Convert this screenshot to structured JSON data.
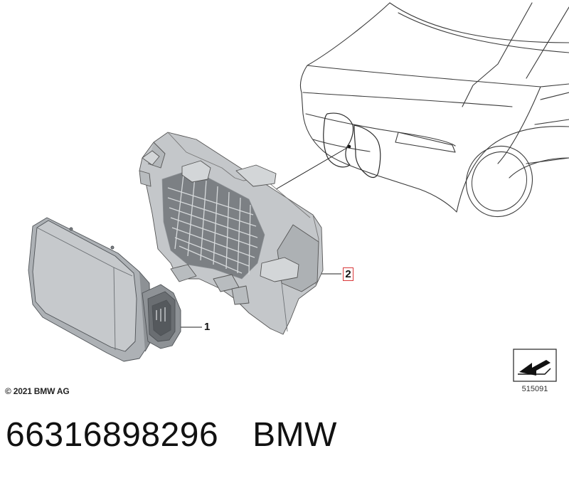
{
  "callouts": {
    "part_1": "1",
    "part_2": "2"
  },
  "copyright": "© 2021 BMW AG",
  "diagram_number": "515091",
  "footer": {
    "part_number": "66316898296",
    "brand": "BMW"
  },
  "icons": {
    "corner_symbol": "arrow-back-icon"
  },
  "colors": {
    "highlight_box": "#d9383a",
    "part_fill": "#c3c6c9",
    "part_dark": "#8f9397"
  }
}
